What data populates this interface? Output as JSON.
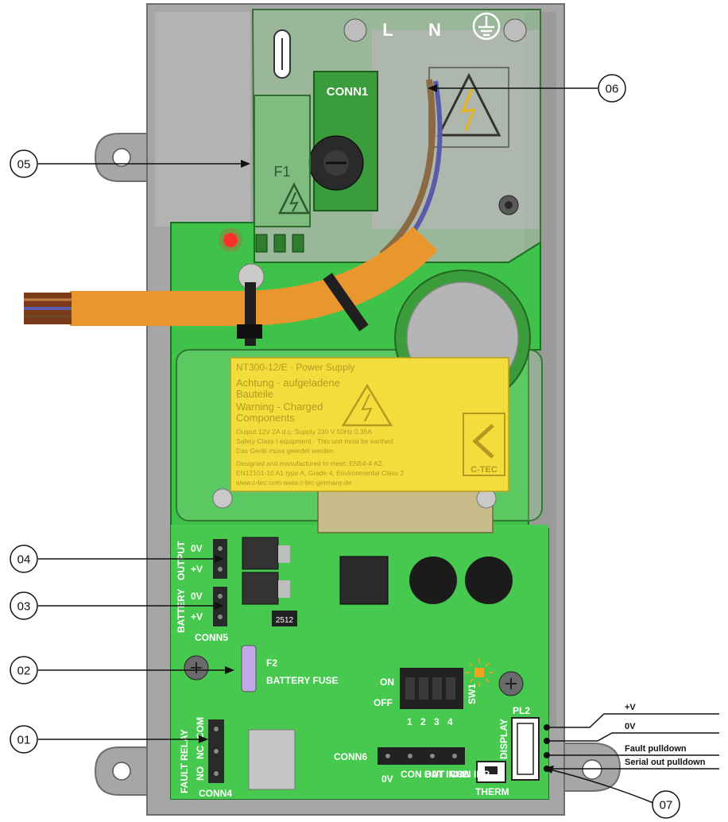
{
  "mains_terminal": {
    "live": "L",
    "neutral": "N",
    "connector": "CONN1",
    "fuse": "F1"
  },
  "board_labels": {
    "output_group": "OUTPUT",
    "output_0v": "0V",
    "output_plus_v": "+V",
    "battery_group": "BATTERY",
    "battery_0v": "0V",
    "battery_plus_v": "+V",
    "conn5": "CONN5",
    "fuse_id": "F2",
    "fuse_name": "BATTERY FUSE",
    "switch_on": "ON",
    "switch_off": "OFF",
    "switch_id": "SW1",
    "switch_positions": [
      "1",
      "2",
      "3",
      "4"
    ],
    "display_group": "DISPLAY",
    "pl2": "PL2",
    "fault_relay_group": "FAULT RELAY",
    "relay_com": "COM",
    "relay_nc": "NC",
    "relay_no": "NO",
    "conn4": "CONN4",
    "conn6": "CONN6",
    "conn6_pins": [
      "0V",
      "CON OUT",
      "BAT INHB",
      "CON INP"
    ],
    "therm": "THERM",
    "part_2512": "2512"
  },
  "warning_label": {
    "line1": "NT300-12/E · Power Supply",
    "line2": "Achtung · aufgeladene",
    "line3": "Bauteile",
    "line4": "Warning - Charged",
    "line5": "Components",
    "line6": "Output 12V 2A d.c.  Supply 230 V 50Hz 0.35A",
    "line7": "Safety Class I equipment · This unit must be earthed",
    "line8": "Das Gerät muss geerdet werden",
    "line9": "Designed and manufactured to meet: EN54-4 A2,",
    "line10": "EN12101-10 A1 type A, Grade 4, Environmental Class 2",
    "line11": "www.c-tec.com   www.c-tec-germany.de",
    "brand": "C-TEC"
  },
  "display_wires": [
    "+V",
    "0V",
    "Fault pulldown",
    "Serial out pulldown"
  ],
  "callouts": {
    "c01": "01",
    "c02": "02",
    "c03": "03",
    "c04": "04",
    "c05": "05",
    "c06": "06",
    "c07": "07"
  },
  "colors": {
    "pcb_green": "#3fc24a",
    "enclosure_grey": "#a6a6a6",
    "cable_orange": "#e9962f",
    "label_yellow": "#f2dd3c"
  }
}
